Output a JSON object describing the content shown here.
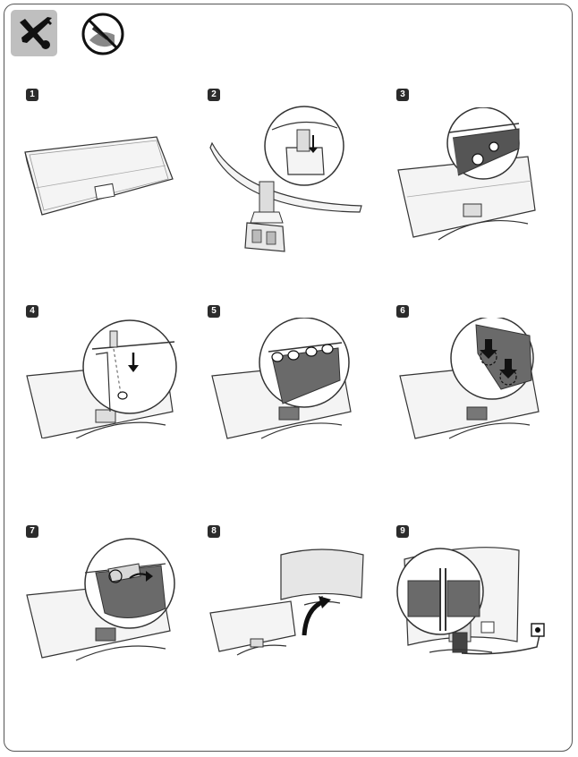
{
  "header": {
    "tool_icon": "screwdriver-wrench-icon",
    "caution_icon": "no-sharp-tool-icon"
  },
  "steps": [
    {
      "number": "1"
    },
    {
      "number": "2"
    },
    {
      "number": "3"
    },
    {
      "number": "4"
    },
    {
      "number": "5"
    },
    {
      "number": "6"
    },
    {
      "number": "7"
    },
    {
      "number": "8"
    },
    {
      "number": "9"
    }
  ],
  "colors": {
    "badge": "#2b2b2b",
    "tool_bg": "#bfbfbf",
    "line": "#333333",
    "panel_fill": "#f2f2f2",
    "dark_part": "#6a6a6a",
    "screen_fill": "#e6e6e6"
  }
}
